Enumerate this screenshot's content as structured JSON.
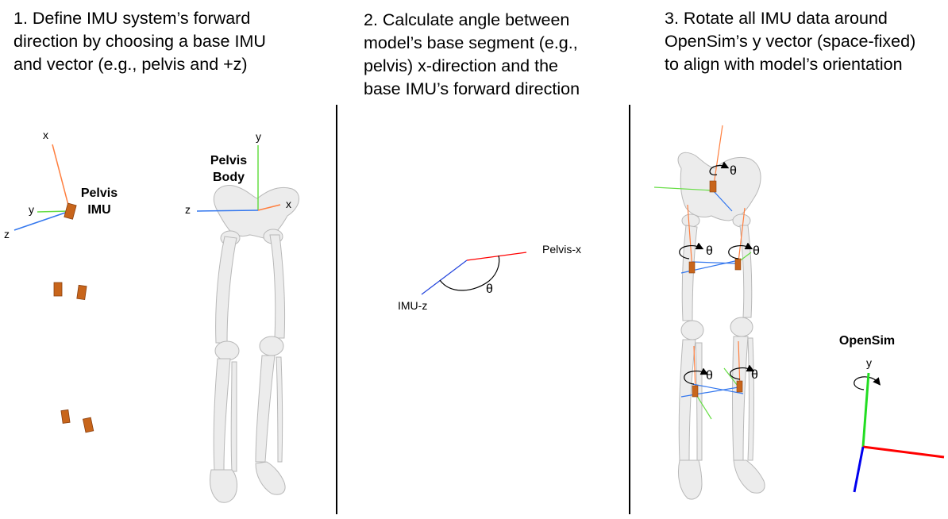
{
  "steps": {
    "step1": {
      "line1": "1. Define IMU system’s forward",
      "line2": "direction by choosing a base IMU",
      "line3": "and vector (e.g., pelvis and +z)"
    },
    "step2": {
      "line1": "2. Calculate angle between",
      "line2": "model’s base segment (e.g.,",
      "line3": "pelvis) x-direction and the",
      "line4": "base IMU’s forward direction"
    },
    "step3": {
      "line1": "3. Rotate all IMU data around",
      "line2": "OpenSim’s y vector (space-fixed)",
      "line3": "to align with model’s orientation"
    }
  },
  "panel1": {
    "imu_axes": {
      "x": "x",
      "y": "y",
      "z": "z"
    },
    "imu_label": {
      "line1": "Pelvis",
      "line2": "IMU"
    },
    "body_axes": {
      "x": "x",
      "y": "y",
      "z": "z"
    },
    "body_label": {
      "line1": "Pelvis",
      "line2": "Body"
    }
  },
  "panel2": {
    "pelvis_x": "Pelvis-x",
    "imu_z": "IMU-z",
    "theta": "θ"
  },
  "panel3": {
    "theta": "θ",
    "opensim_label": "OpenSim",
    "opensim_y": "y"
  },
  "colors": {
    "x_axis": "#ff7f3f",
    "y_axis": "#66dd44",
    "z_axis": "#3377ee",
    "opensim_x": "#ff0000",
    "opensim_y": "#22dd22",
    "opensim_z": "#0000ee",
    "imu_box": "#c8651b",
    "bone": "#ececec"
  }
}
